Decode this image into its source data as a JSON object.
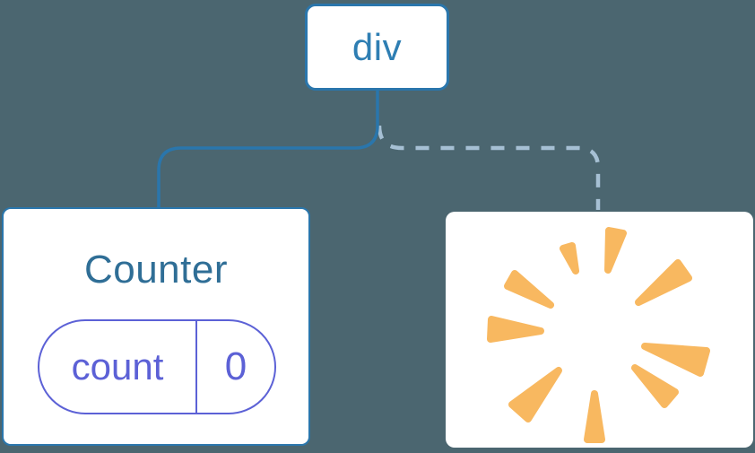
{
  "diagram": {
    "description": "component tree: div root with one kept child (Counter with state) and one removed child (poof)",
    "background_color": "#4B6670",
    "root_node": {
      "label": "div",
      "text_color": "#2E7EB3",
      "border_color": "#2A76AC"
    },
    "connectors": [
      {
        "type": "solid",
        "from": "root-node",
        "to": "counter-card",
        "color": "#2A76AC"
      },
      {
        "type": "dashed",
        "from": "root-node",
        "to": "removed-card",
        "color": "#A6C0D4"
      }
    ],
    "counter_card": {
      "title": "Counter",
      "title_color": "#2F6E96",
      "border_color": "#2A76AC",
      "state_pill": {
        "key": "count",
        "value": "0",
        "color": "#5C61D6"
      }
    },
    "removed_card": {
      "icon": "poof-icon",
      "icon_color": "#F8B860"
    }
  }
}
